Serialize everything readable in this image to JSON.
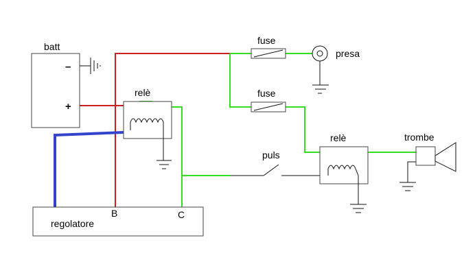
{
  "colors": {
    "positive_wire": "#cc1f1f",
    "signal_wire": "#33dd22",
    "regulator_wire": "#3344cc",
    "outline": "#444444"
  },
  "labels": {
    "battery": "batt",
    "battery_minus": "–",
    "battery_plus": "+",
    "relay_left": "relè",
    "relay_right": "relè",
    "fuse_top": "fuse",
    "fuse_bottom": "fuse",
    "socket": "presa",
    "button": "puls",
    "horns": "trombe",
    "regulator": "regolatore",
    "terminal_b": "B",
    "terminal_c": "C"
  },
  "icons": {
    "ground": "ground-icon",
    "fuse": "fuse-icon",
    "coil": "coil-icon",
    "socket": "socket-icon",
    "horn": "horn-icon",
    "switch": "push-switch-icon"
  }
}
